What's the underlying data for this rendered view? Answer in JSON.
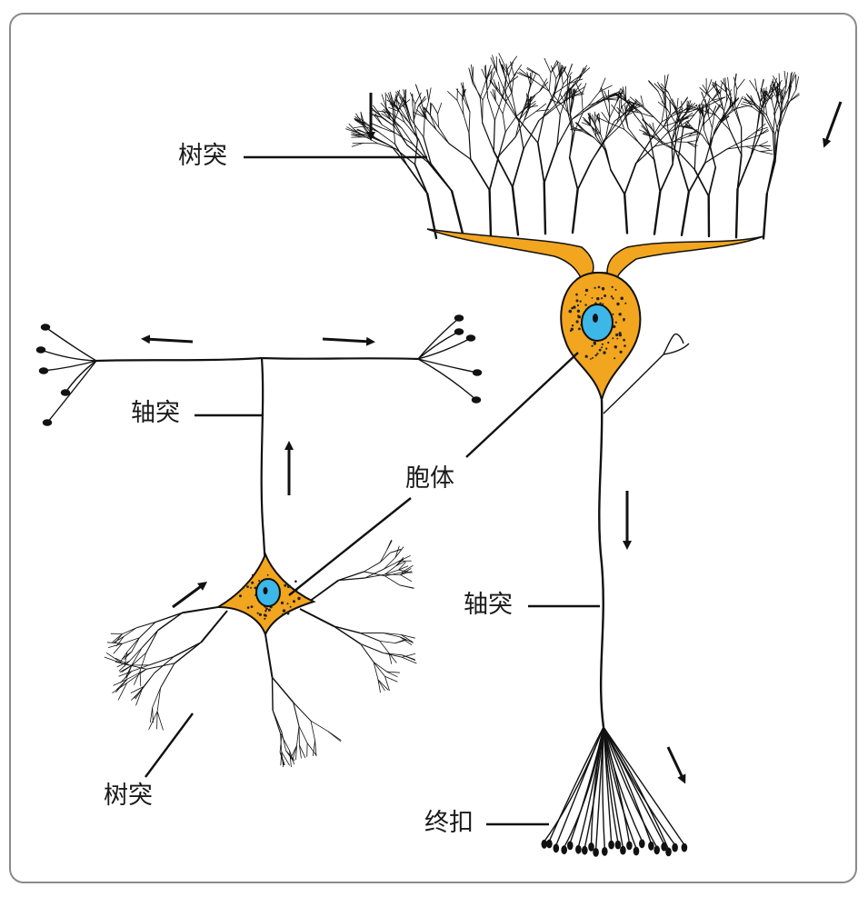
{
  "labels": {
    "dendrite_top": "树突",
    "axon_left": "轴突",
    "cell_body": "胞体",
    "axon_right": "轴突",
    "dendrite_bottom": "树突",
    "axon_terminal": "终扣"
  },
  "colors": {
    "soma": "#f2a51e",
    "nucleus": "#3db7e8",
    "ink": "#111111",
    "frame": "#8a8a8a"
  }
}
